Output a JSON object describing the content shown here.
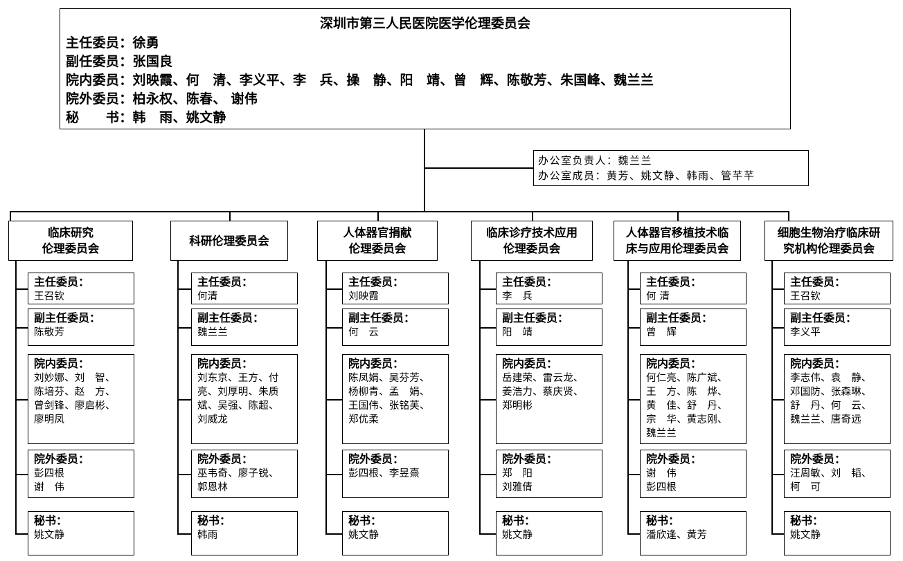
{
  "main": {
    "title": "深圳市第三人民医院医学伦理委员会",
    "rows": [
      {
        "label": "主任委员：",
        "value": "徐勇"
      },
      {
        "label": "副任委员：",
        "value": "张国良"
      },
      {
        "label": "院内委员：",
        "value": "刘映霞、何　清、李义平、李　兵、操　静、阳　靖、曾　辉、陈敬芳、朱国峰、魏兰兰"
      },
      {
        "label": "院外委员：",
        "value": "柏永权、陈春、 谢伟"
      },
      {
        "label": "秘　　书：",
        "value": "韩　雨、姚文静"
      }
    ]
  },
  "office": {
    "head": "办公室负责人：魏兰兰",
    "members": "办公室成员：黄芳、姚文静、韩雨、管芊芊"
  },
  "committees": [
    {
      "name": "临床研究\n伦理委员会",
      "sections": [
        {
          "label": "主任委员：",
          "value": "王召钦"
        },
        {
          "label": "副主任委员：",
          "value": "陈敬芳"
        },
        {
          "label": "院内委员：",
          "value": "刘妙娜、刘　智、\n陈培芬、赵　方、\n曾剑锋、廖启彬、\n廖明凤"
        },
        {
          "label": "院外委员：",
          "value": "彭四根\n谢　伟"
        },
        {
          "label": "秘书：",
          "value": "姚文静"
        }
      ]
    },
    {
      "name": "科研伦理委员会",
      "sections": [
        {
          "label": "主任委员：",
          "value": "何清"
        },
        {
          "label": "副主任委员：",
          "value": "魏兰兰"
        },
        {
          "label": "院内委员：",
          "value": "刘东京、王方、付\n亮、刘厚明、朱质\n斌、吴强、陈超、\n刘威龙"
        },
        {
          "label": "院外委员：",
          "value": "巫韦奇、廖子锐、\n郭恩林"
        },
        {
          "label": "秘书：",
          "value": "韩雨"
        }
      ]
    },
    {
      "name": "人体器官捐献\n伦理委员会",
      "sections": [
        {
          "label": "主任委员：",
          "value": "刘映霞"
        },
        {
          "label": "副主任委员：",
          "value": "何　云"
        },
        {
          "label": "院内委员：",
          "value": "陈凤娟、吴芬芳、\n杨柳青、孟　娟、\n王国伟、张铭芙、\n郑优柔"
        },
        {
          "label": "院外委员：",
          "value": "彭四根、李昱熹"
        },
        {
          "label": "秘书：",
          "value": "姚文静"
        }
      ]
    },
    {
      "name": "临床诊疗技术应用\n伦理委员会",
      "sections": [
        {
          "label": "主任委员：",
          "value": "李　兵"
        },
        {
          "label": "副主任委员：",
          "value": "阳　靖"
        },
        {
          "label": "院内委员：",
          "value": "岳建荣、雷云龙、\n姜浩力、蔡庆贤、\n郑明彬"
        },
        {
          "label": "院外委员：",
          "value": "郑　阳\n刘雅倩"
        },
        {
          "label": "秘书：",
          "value": "姚文静"
        }
      ]
    },
    {
      "name": "人体器官移植技术临\n床与应用伦理委员会",
      "sections": [
        {
          "label": "主任委员：",
          "value": "何 清"
        },
        {
          "label": "副主任委员：",
          "value": "曾　辉"
        },
        {
          "label": "院内委员：",
          "value": "何仁亮、陈广斌、\n王　方、陈　烨、\n黄　佳、舒　丹、\n宗　华、黄志刚、\n魏兰兰"
        },
        {
          "label": "院外委员：",
          "value": "谢　伟\n彭四根"
        },
        {
          "label": "秘书：",
          "value": "潘欣逢、黄芳"
        }
      ]
    },
    {
      "name": "细胞生物治疗临床研\n究机构伦理委员会",
      "sections": [
        {
          "label": "主任委员：",
          "value": "王召钦"
        },
        {
          "label": "副主任委员：",
          "value": "李义平"
        },
        {
          "label": "院内委员：",
          "value": "李志伟、袁　静、\n邓国防、张森琳、\n舒　丹、何　云、\n魏兰兰、唐奇远"
        },
        {
          "label": "院外委员：",
          "value": "汪周敏、刘　韬、\n柯　可"
        },
        {
          "label": "秘书：",
          "value": "姚文静"
        }
      ]
    }
  ]
}
